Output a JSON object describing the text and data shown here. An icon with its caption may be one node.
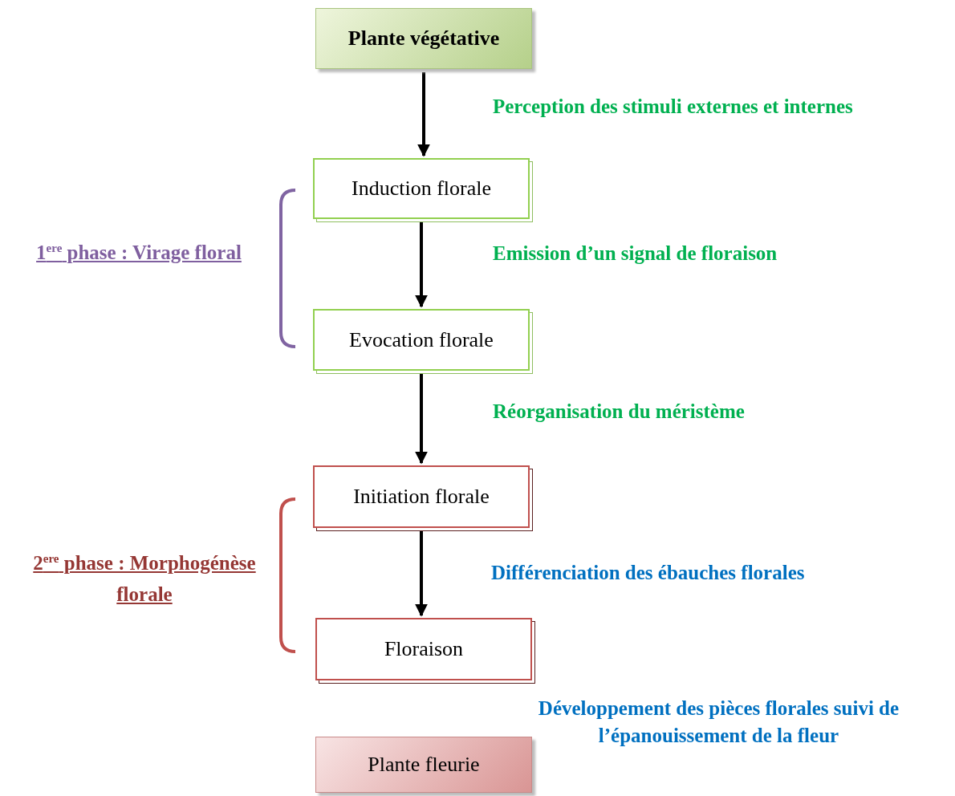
{
  "diagram": {
    "nodes": [
      {
        "text": [
          "Plante végétative"
        ]
      },
      {
        "text": [
          "Induction florale"
        ]
      },
      {
        "text": [
          "Evocation florale"
        ]
      },
      {
        "text": [
          "Initiation florale"
        ]
      },
      {
        "text": [
          "Floraison"
        ]
      },
      {
        "text": [
          "Plante fleurie"
        ]
      }
    ],
    "edges": [
      {
        "from": 0,
        "to": 1,
        "arrow": "to"
      },
      {
        "from": 1,
        "to": 2,
        "arrow": "to"
      },
      {
        "from": 2,
        "to": 3,
        "arrow": "to"
      },
      {
        "from": 3,
        "to": 4,
        "arrow": "to"
      }
    ],
    "labels": [
      "Perception des stimuli externes et internes",
      "1$^{ere}$ phase : Virage floral",
      "Emission d’un signal de floraison",
      "Réorganisation du méristème",
      "2$^{ere}$ phase : Morphogénèse florale",
      "Différenciation des ébauches florales",
      "Développement des pièces florales suivi de l’épanouissement de la fleur"
    ]
  }
}
